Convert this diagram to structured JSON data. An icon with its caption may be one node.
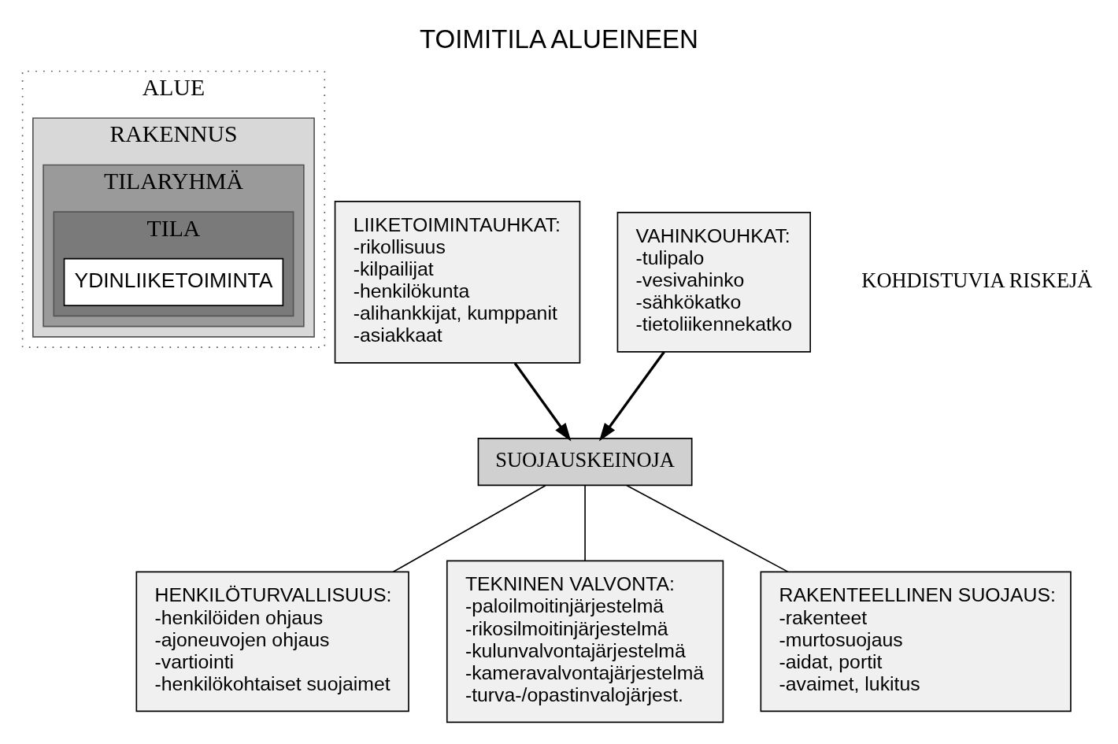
{
  "diagram": {
    "title": "TOIMITILA ALUEINEEN",
    "nodes": [
      {
        "text": [
          "ALUE"
        ]
      },
      {
        "text": [
          "RAKENNUS"
        ],
        "in": 0
      },
      {
        "text": [
          "TILARYHMÄ"
        ],
        "in": 1
      },
      {
        "text": [
          "TILA"
        ],
        "in": 2
      },
      {
        "text": [
          "YDINLIIKETOIMINTA"
        ],
        "in": 3
      },
      {
        "text": [
          "SUOJAUSKEINOJA"
        ]
      },
      {
        "text": [
          "LIIKETOIMINTAUHKAT:",
          "-rikollisuus",
          "-kilpailijat",
          "-henkilökunta",
          "-alihankkijat, kumppanit",
          "-asiakkaat"
        ]
      },
      {
        "text": [
          "VAHINKOUHKAT:",
          "-tulipalo",
          "-vesivahinko",
          "-sähkökatko",
          "-tietoliikennekatko"
        ]
      },
      {
        "text": [
          "HENKILÖTURVALLISUUS:",
          "-henkilöiden ohjaus",
          "-ajoneuvojen ohjaus",
          "-vartiointi",
          "-henkilökohtaiset suojaimet"
        ]
      },
      {
        "text": [
          "TEKNINEN VALVONTA:",
          "-paloilmoitinjärjestelmä",
          "-rikosilmoitinjärjestelmä",
          "-kulunvalvontajärjestelmä",
          "-kameravalvontajärjestelmä",
          "-turva-/opastinvalojärjest."
        ]
      },
      {
        "text": [
          "RAKENTEELLINEN SUOJAUS:",
          "-rakenteet",
          "-murtosuojaus",
          "-aidat, portit",
          "-avaimet, lukitus"
        ]
      }
    ],
    "edges": [
      {
        "from": 6,
        "to": 5,
        "arrow": "to"
      },
      {
        "from": 7,
        "to": 5,
        "arrow": "to"
      },
      {
        "from": 5,
        "to": 8,
        "arrow": "none"
      },
      {
        "from": 5,
        "to": 9,
        "arrow": "none"
      },
      {
        "from": 5,
        "to": 10,
        "arrow": "none"
      }
    ],
    "labels": [
      "KOHDISTUVIA RISKEJÄ"
    ]
  }
}
